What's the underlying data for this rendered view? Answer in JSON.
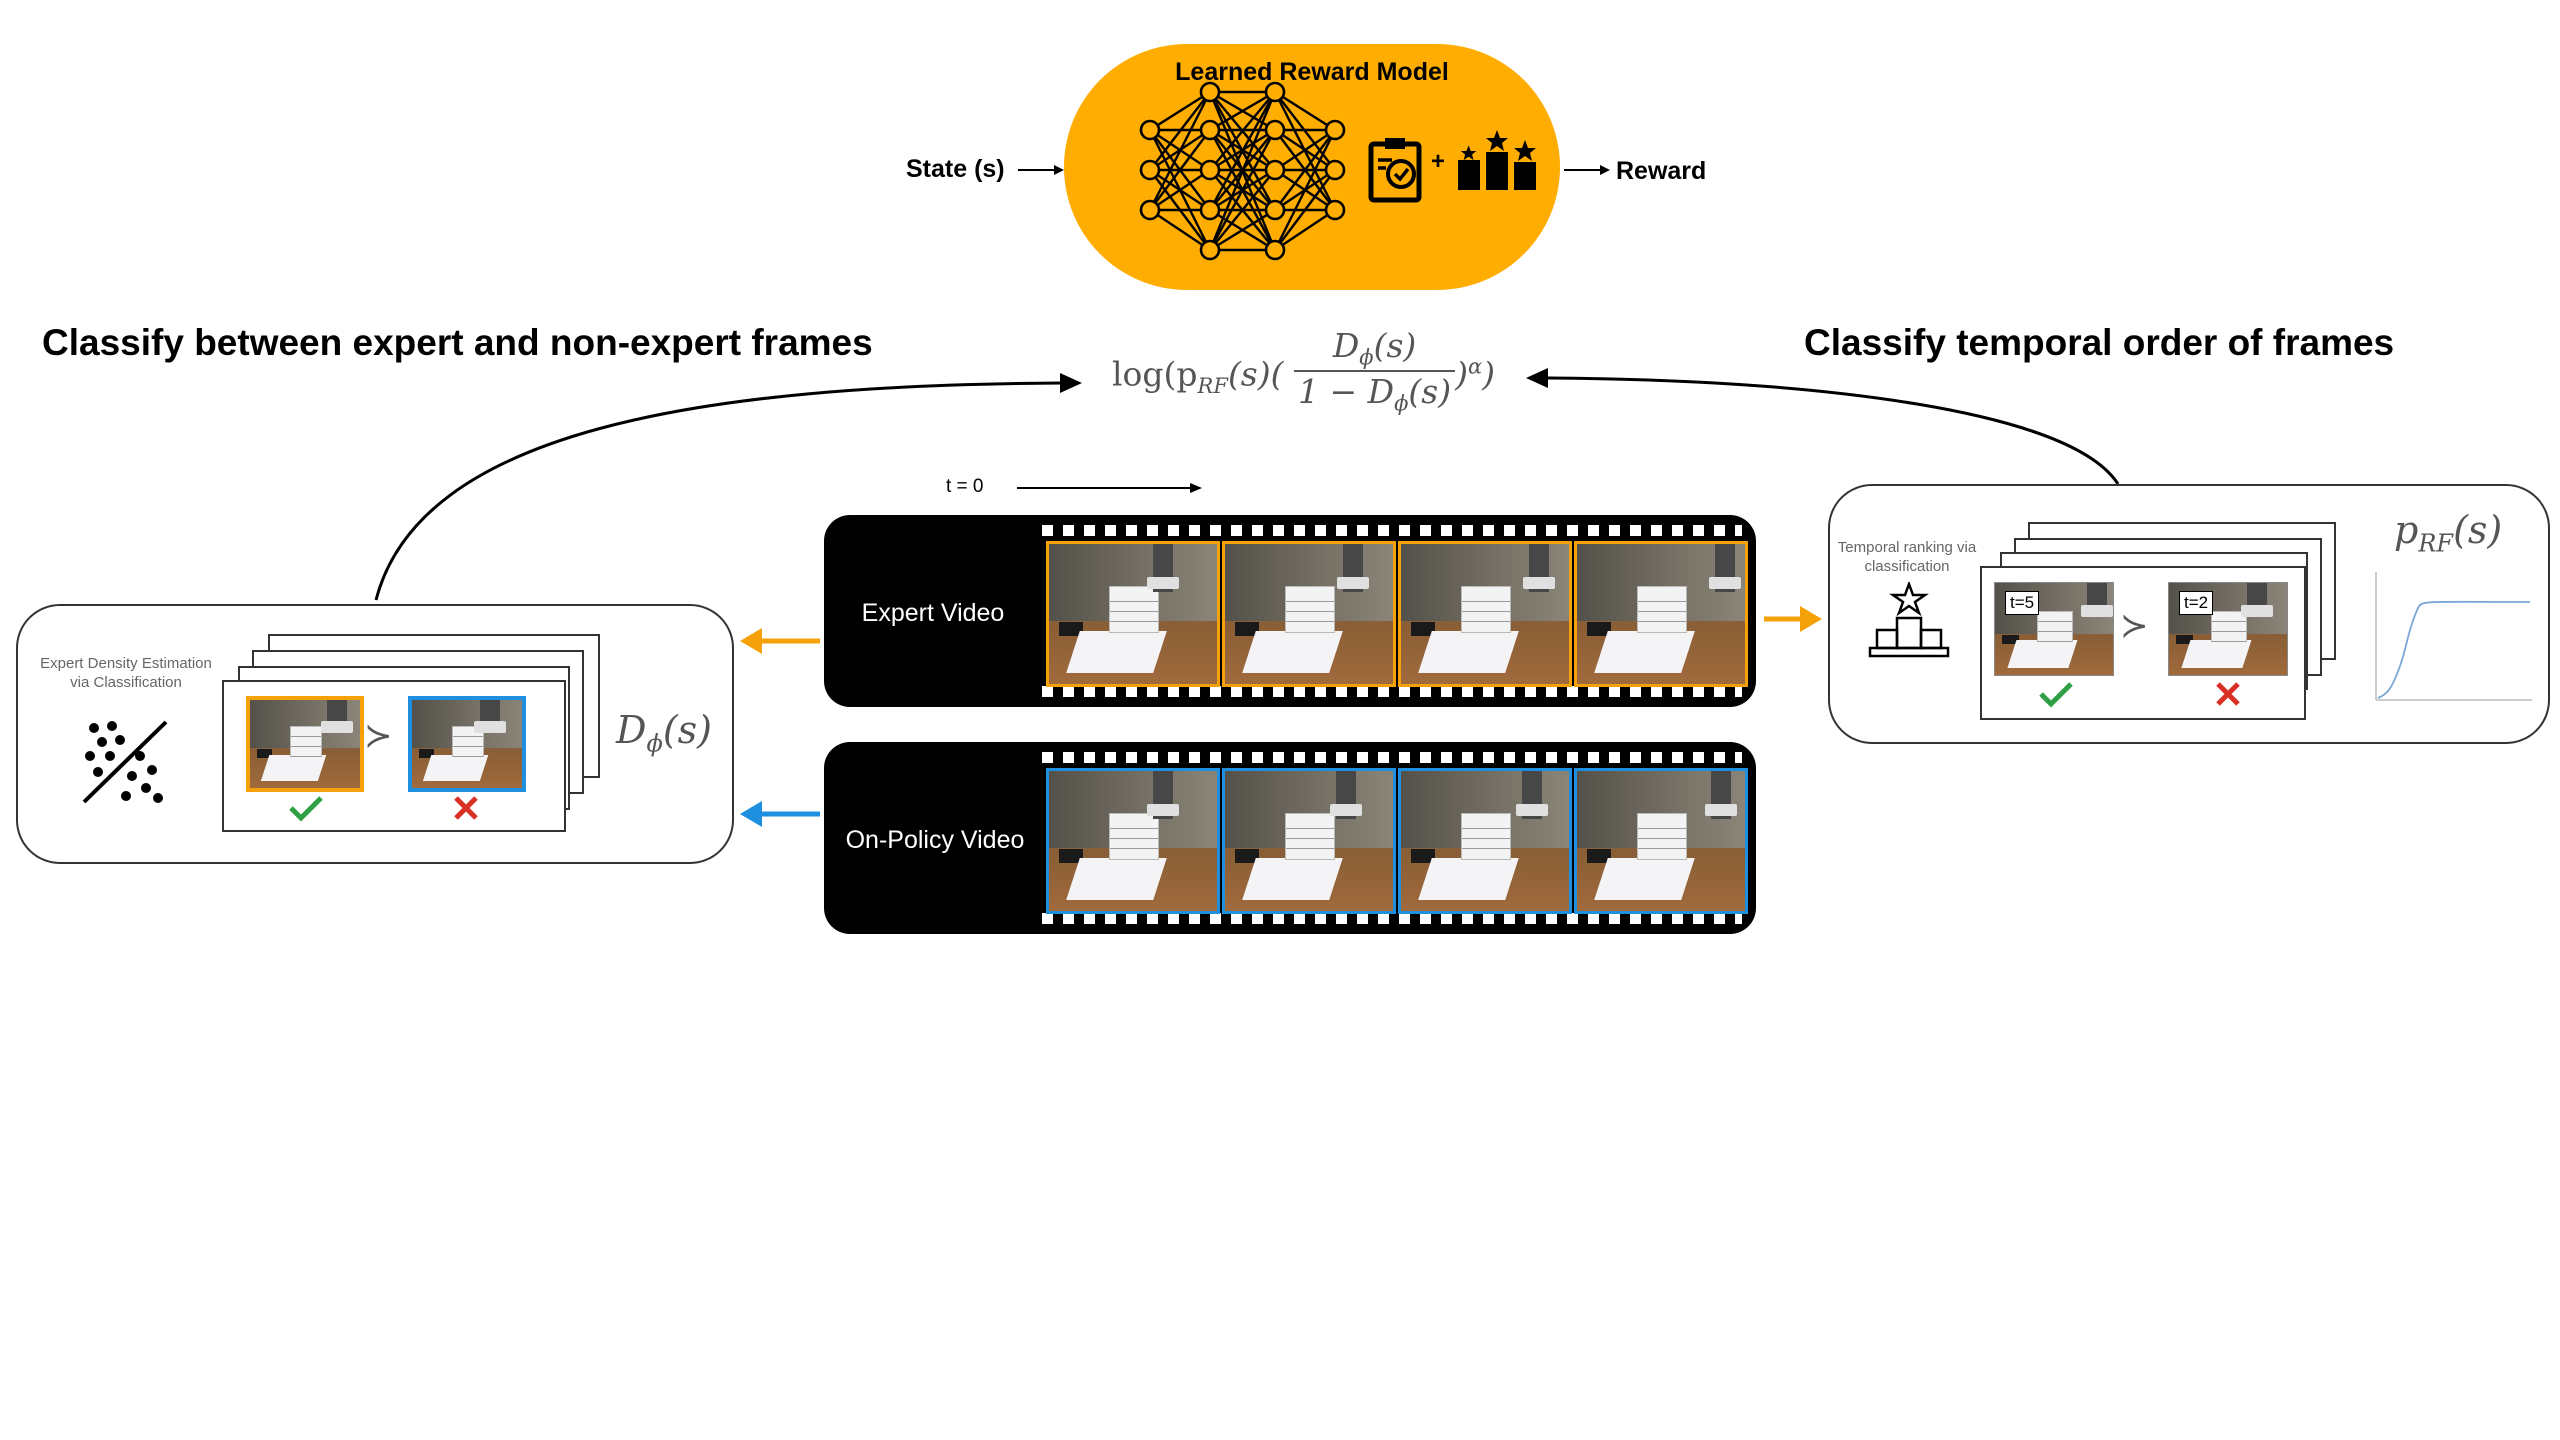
{
  "reward_model": {
    "title": "Learned Reward Model",
    "input_label": "State (s)",
    "output_label": "Reward",
    "plus_sign": "+"
  },
  "left_heading": "Classify between expert and non-expert frames",
  "right_heading": "Classify temporal order of frames",
  "formula": {
    "prefix": "log(p",
    "prefix_sub": "RF",
    "after_p": "(s)(",
    "numerator": "D",
    "numerator_sub": "ϕ",
    "numerator_tail": "(s)",
    "denominator_lead": "1 − D",
    "denominator_sub": "ϕ",
    "denominator_tail": "(s)",
    "closing": ")",
    "exponent": "α",
    "end": ")"
  },
  "timeline_label": "t = 0",
  "videos": {
    "expert_label": "Expert Video",
    "policy_label": "On-Policy Video"
  },
  "left_panel": {
    "caption_line1": "Expert Density Estimation",
    "caption_line2": "via Classification",
    "symbol": "D",
    "symbol_sub": "ϕ",
    "symbol_tail": "(s)",
    "prefer_sign": "≻"
  },
  "right_panel": {
    "caption_line1": "Temporal ranking via",
    "caption_line2": "classification",
    "symbol": "p",
    "symbol_sub": "RF",
    "symbol_tail": "(s)",
    "later_tag": "t=5",
    "earlier_tag": "t=2",
    "prefer_sign": "≻"
  },
  "colors": {
    "reward_pill": "#ffad00",
    "expert_orange": "#f5a20a",
    "policy_blue": "#1f8fe0",
    "check_green": "#2ea043",
    "cross_red": "#d93025"
  }
}
